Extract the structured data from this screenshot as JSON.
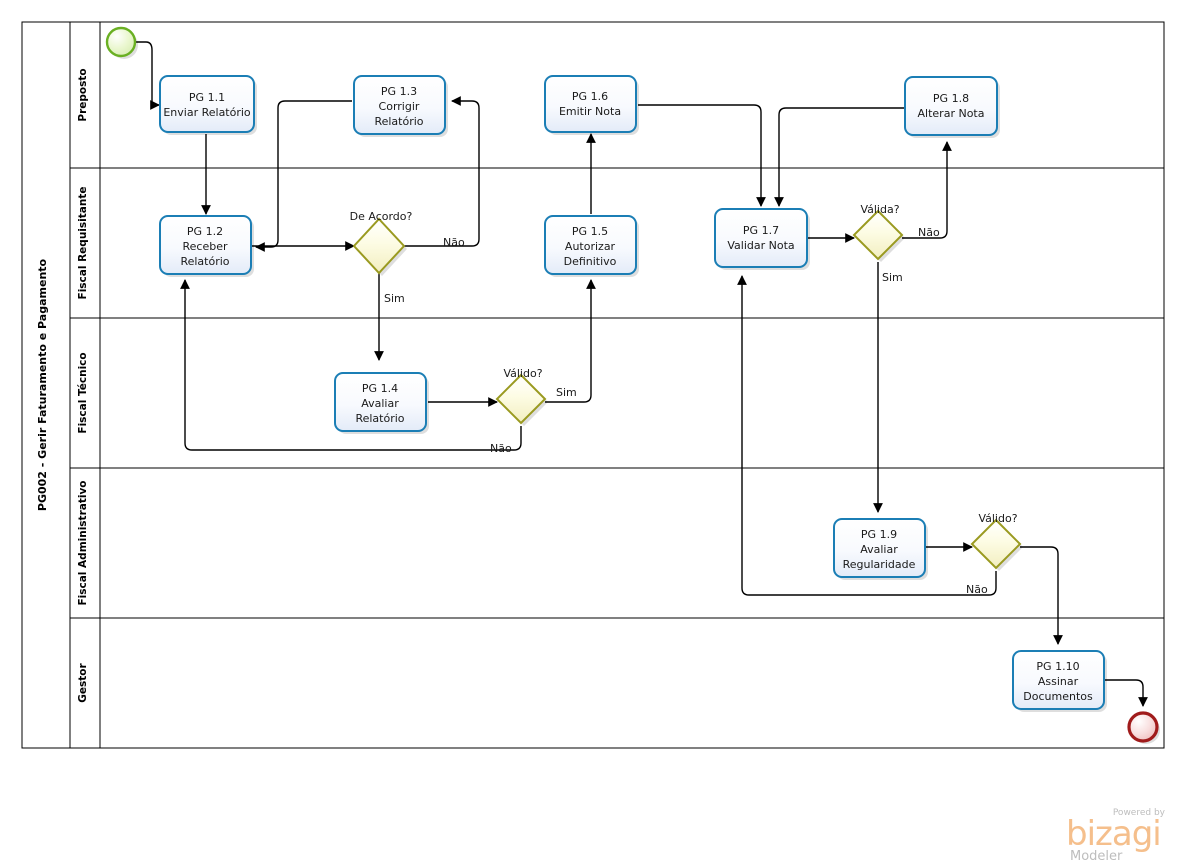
{
  "pool": {
    "title": "PG002 - Gerir Faturamento e Pagamento",
    "lanes": [
      {
        "id": "preposto",
        "label": "Preposto"
      },
      {
        "id": "fiscal-requisitante",
        "label": "Fiscal Requisitante"
      },
      {
        "id": "fiscal-tecnico",
        "label": "Fiscal Técnico"
      },
      {
        "id": "fiscal-administrativo",
        "label": "Fiscal Administrativo"
      },
      {
        "id": "gestor",
        "label": "Gestor"
      }
    ]
  },
  "tasks": [
    {
      "id": "pg1-1",
      "code": "PG 1.1",
      "line1": "Enviar Relatório",
      "line2": "",
      "lane": "preposto"
    },
    {
      "id": "pg1-2",
      "code": "PG 1.2",
      "line1": "Receber",
      "line2": "Relatório",
      "lane": "fiscal-requisitante"
    },
    {
      "id": "pg1-3",
      "code": "PG 1.3",
      "line1": "Corrigir",
      "line2": "Relatório",
      "lane": "preposto"
    },
    {
      "id": "pg1-4",
      "code": "PG 1.4",
      "line1": "Avaliar",
      "line2": "Relatório",
      "lane": "fiscal-tecnico"
    },
    {
      "id": "pg1-5",
      "code": "PG 1.5",
      "line1": "Autorizar",
      "line2": "Definitivo",
      "lane": "fiscal-requisitante"
    },
    {
      "id": "pg1-6",
      "code": "PG 1.6",
      "line1": "Emitir Nota",
      "line2": "",
      "lane": "preposto"
    },
    {
      "id": "pg1-7",
      "code": "PG 1.7",
      "line1": "Validar Nota",
      "line2": "",
      "lane": "fiscal-requisitante"
    },
    {
      "id": "pg1-8",
      "code": "PG 1.8",
      "line1": "Alterar Nota",
      "line2": "",
      "lane": "preposto"
    },
    {
      "id": "pg1-9",
      "code": "PG 1.9",
      "line1": "Avaliar",
      "line2": "Regularidade",
      "lane": "fiscal-administrativo"
    },
    {
      "id": "pg1-10",
      "code": "PG 1.10",
      "line1": "Assinar",
      "line2": "Documentos",
      "lane": "gestor"
    }
  ],
  "gateways": [
    {
      "id": "gw-de-acordo",
      "label": "De Acordo?",
      "lane": "fiscal-requisitante"
    },
    {
      "id": "gw-valido-relatorio",
      "label": "Válido?",
      "lane": "fiscal-tecnico"
    },
    {
      "id": "gw-valida-nota",
      "label": "Válida?",
      "lane": "fiscal-requisitante"
    },
    {
      "id": "gw-valido-regularidade",
      "label": "Válido?",
      "lane": "fiscal-administrativo"
    }
  ],
  "events": [
    {
      "id": "start-event",
      "type": "start",
      "label": ""
    },
    {
      "id": "end-event",
      "type": "end",
      "label": ""
    }
  ],
  "flow_labels": {
    "de_acordo_nao": "Não",
    "de_acordo_sim": "Sim",
    "valido_relatorio_sim": "Sim",
    "valido_relatorio_nao": "Não",
    "valida_nota_nao": "Não",
    "valida_nota_sim": "Sim",
    "valido_regularidade_nao": "Não"
  },
  "watermark": {
    "powered_by": "Powered by",
    "brand": "bizagi",
    "product": "Modeler"
  },
  "colors": {
    "task_border": "#1b7eb5",
    "task_fill_top": "#ffffff",
    "task_fill_bottom": "#e8eefb",
    "gateway_border": "#9a9a20",
    "gateway_fill": "#fcfbdd",
    "start_border": "#6ab023",
    "start_fill": "#eaf7d2",
    "end_border": "#a01b1b",
    "end_fill": "#f7dede",
    "flow_line": "#000000",
    "lane_line": "#000000",
    "brand_orange": "#f5bf8c",
    "watermark_gray": "#bdbdbd"
  }
}
